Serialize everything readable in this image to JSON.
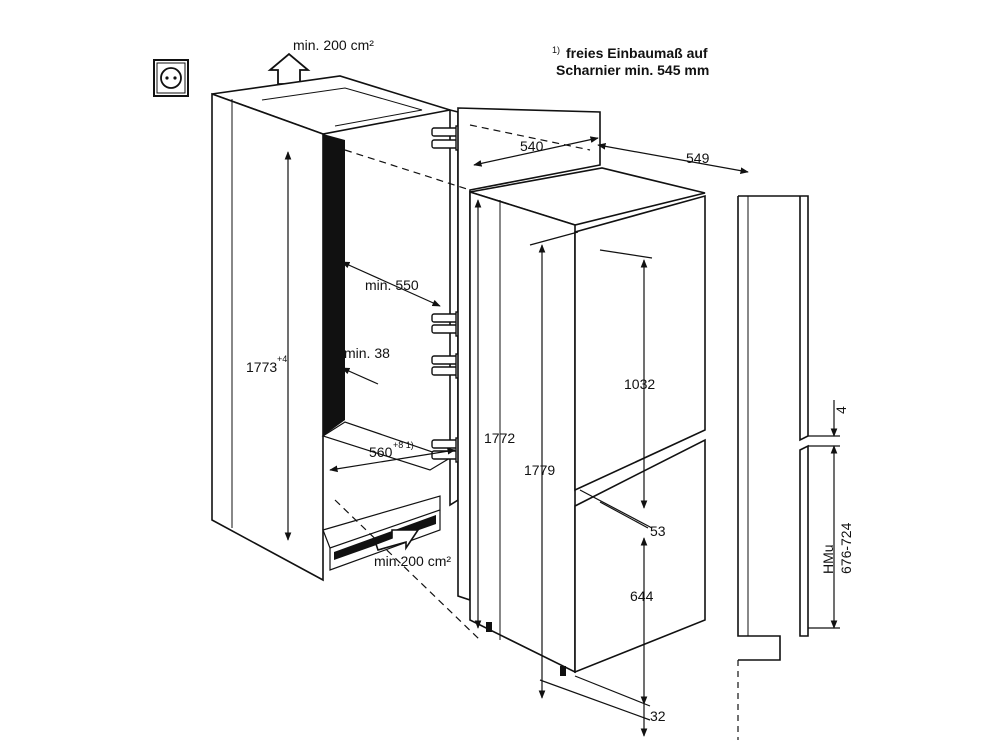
{
  "note": {
    "marker": "1)",
    "line1": "freies Einbaumaß auf",
    "line2": "Scharnier min. 545 mm"
  },
  "vent_top": "min. 200 cm²",
  "vent_bottom": "min.200 cm²",
  "niche": {
    "height": "1773",
    "height_tol": "+4",
    "depth": "min. 550",
    "gap": "min. 38",
    "width": "560",
    "width_tol": "+8 1)"
  },
  "appliance": {
    "width": "540",
    "depth": "549",
    "body_height": "1772",
    "door_height": "1779",
    "upper_door": "1032",
    "door_gap": "53",
    "lower_door": "644",
    "bottom_offset": "32"
  },
  "side": {
    "gap": "4",
    "hmu_label": "HMu",
    "hmu_range": "676-724"
  },
  "icons": [
    "socket-icon",
    "arrow-up-icon",
    "arrow-right-icon"
  ]
}
